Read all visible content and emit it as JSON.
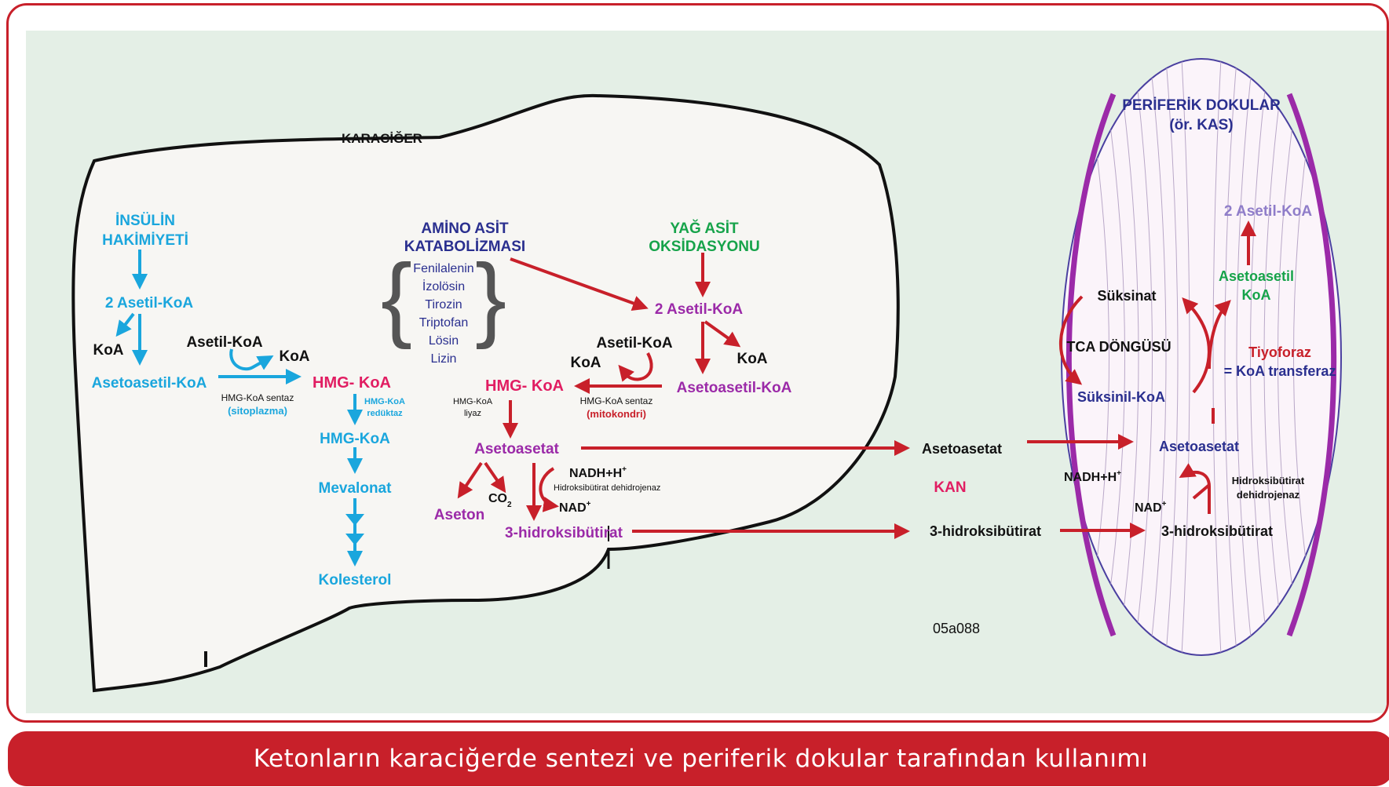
{
  "colors": {
    "red": "#c8202a",
    "cyan": "#1aa6dd",
    "purple": "#9b2aa8",
    "navy": "#2a2f8f",
    "green": "#16a34a",
    "magenta": "#e11d62",
    "lavender": "#8f7dc9",
    "black": "#111111",
    "panel_bg": "#e4efe6"
  },
  "liver": {
    "title": "KARACİĞER",
    "insulin": {
      "line1": "İNSÜLİN",
      "line2": "HAKİMİYETİ"
    },
    "cytosol": {
      "acetyl_coa_2": "2 Asetil-KoA",
      "koa_1": "KoA",
      "acetoacetyl_coa": "Asetoasetil-KoA",
      "acetyl_coa": "Asetil-KoA",
      "koa_2": "KoA",
      "hmg_synthase": "HMG-KoA sentaz",
      "synthase_loc": "(sitoplazma)",
      "hmg_coa_1": "HMG- KoA",
      "reductase_1": "HMG-KoA",
      "reductase_2": "redüktaz",
      "hmg_coa_2": "HMG-KoA",
      "mevalonate": "Mevalonat",
      "cholesterol": "Kolesterol"
    },
    "amino": {
      "line1": "AMİNO ASİT",
      "line2": "KATABOLİZMASI",
      "items": [
        "Fenilalenin",
        "İzolösin",
        "Tirozin",
        "Triptofan",
        "Lösin",
        "Lizin"
      ]
    },
    "fatty": {
      "line1": "YAĞ ASİT",
      "line2": "OKSİDASYONU"
    },
    "mito": {
      "acetyl_coa_2": "2 Asetil-KoA",
      "acetyl_coa": "Asetil-KoA",
      "koa_1": "KoA",
      "koa_2": "KoA",
      "acetoacetyl_coa": "Asetoasetil-KoA",
      "hmg_coa": "HMG- KoA",
      "hmg_synthase": "HMG-KoA sentaz",
      "synthase_loc": "(mitokondri)",
      "lyase_1": "HMG-KoA",
      "lyase_2": "liyaz",
      "acetoacetate": "Asetoasetat",
      "nadh_base": "NADH+H",
      "nadh_sup": "+",
      "dehydrogenase": "Hidroksibütirat dehidrojenaz",
      "co2_base": "CO",
      "co2_sub": "2",
      "nad_base": "NAD",
      "nad_sup": "+",
      "acetone": "Aseton",
      "hydroxybutyrate": "3-hidroksibütirat"
    }
  },
  "blood": {
    "label": "KAN",
    "acetoacetate": "Asetoasetat",
    "hydroxybutyrate": "3-hidroksibütirat",
    "code": "05a088"
  },
  "peripheral": {
    "title_1": "PERİFERİK DOKULAR",
    "title_2": "(ör. KAS)",
    "acetyl_coa_2": "2 Asetil-KoA",
    "acetoacetyl_1": "Asetoasetil",
    "acetoacetyl_2": "KoA",
    "succinate": "Süksinat",
    "tca": "TCA DÖNGÜSÜ",
    "thiophorase_1": "Tiyoforaz",
    "thiophorase_2": "= KoA transferaz",
    "succinyl_coa": "Süksinil-KoA",
    "acetoacetate": "Asetoasetat",
    "nadh_base": "NADH+H",
    "nadh_sup": "+",
    "dehydrogenase_1": "Hidroksibütirat",
    "dehydrogenase_2": "dehidrojenaz",
    "nad_base": "NAD",
    "nad_sup": "+",
    "hydroxybutyrate": "3-hidroksibütirat"
  },
  "caption": "Ketonların karaciğerde sentezi ve periferik dokular tarafından kullanımı"
}
